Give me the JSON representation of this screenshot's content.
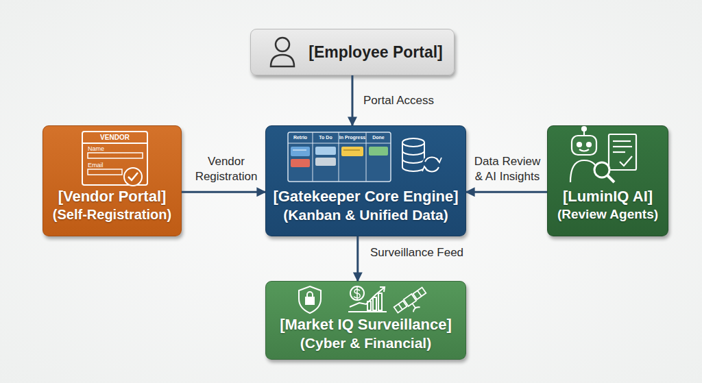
{
  "diagram": {
    "nodes": [
      {
        "text": [
          "[Employee Portal]"
        ]
      },
      {
        "text": [
          "[Vendor Portal]",
          "(Self-Registration)"
        ]
      },
      {
        "text": [
          "[Gatekeeper Core Engine]",
          "(Kanban & Unified Data)"
        ]
      },
      {
        "text": [
          "[LuminIQ AI]",
          "(Review Agents)"
        ]
      },
      {
        "text": [
          "[Market IQ Surveillance]",
          "(Cyber & Financial)"
        ]
      }
    ],
    "edges": [
      {
        "from": 0,
        "to": 2,
        "label": "Portal Access",
        "arrow": "to"
      },
      {
        "from": 1,
        "to": 2,
        "label": "Vendor Registration",
        "arrow": "to"
      },
      {
        "from": 3,
        "to": 2,
        "label": "Data Review & AI Insights",
        "arrow": "to"
      },
      {
        "from": 2,
        "to": 4,
        "label": "Surveillance Feed",
        "arrow": "to"
      }
    ],
    "labels": [
      "VENDOR",
      "Name",
      "Email",
      "Retrio",
      "To Do",
      "In Progress",
      "Done"
    ]
  }
}
